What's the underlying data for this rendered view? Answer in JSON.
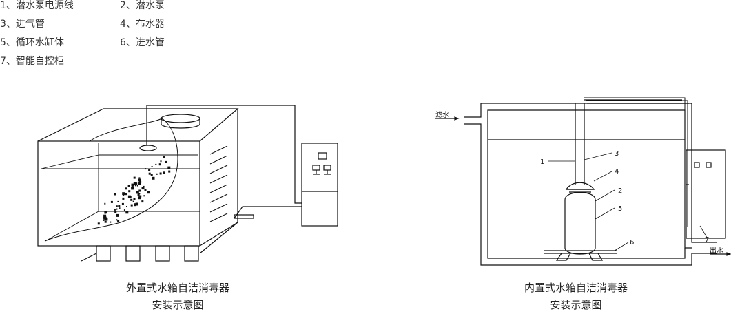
{
  "legend": {
    "items": [
      "1、潜水泵电源线",
      "2、潜水泵",
      "3、进气管",
      "4、布水器",
      "5、循环水缸体",
      "6、进水管",
      "7、智能自控柜"
    ]
  },
  "left_diagram": {
    "caption_line1": "外置式水箱自洁消毒器",
    "caption_line2": "安装示意图"
  },
  "right_diagram": {
    "caption_line1": "内置式水箱自洁消毒器",
    "caption_line2": "安装示意图",
    "inlet_label": "滤水",
    "outlet_label": "出水",
    "callouts": [
      "1",
      "2",
      "3",
      "4",
      "5",
      "6",
      "7"
    ]
  }
}
